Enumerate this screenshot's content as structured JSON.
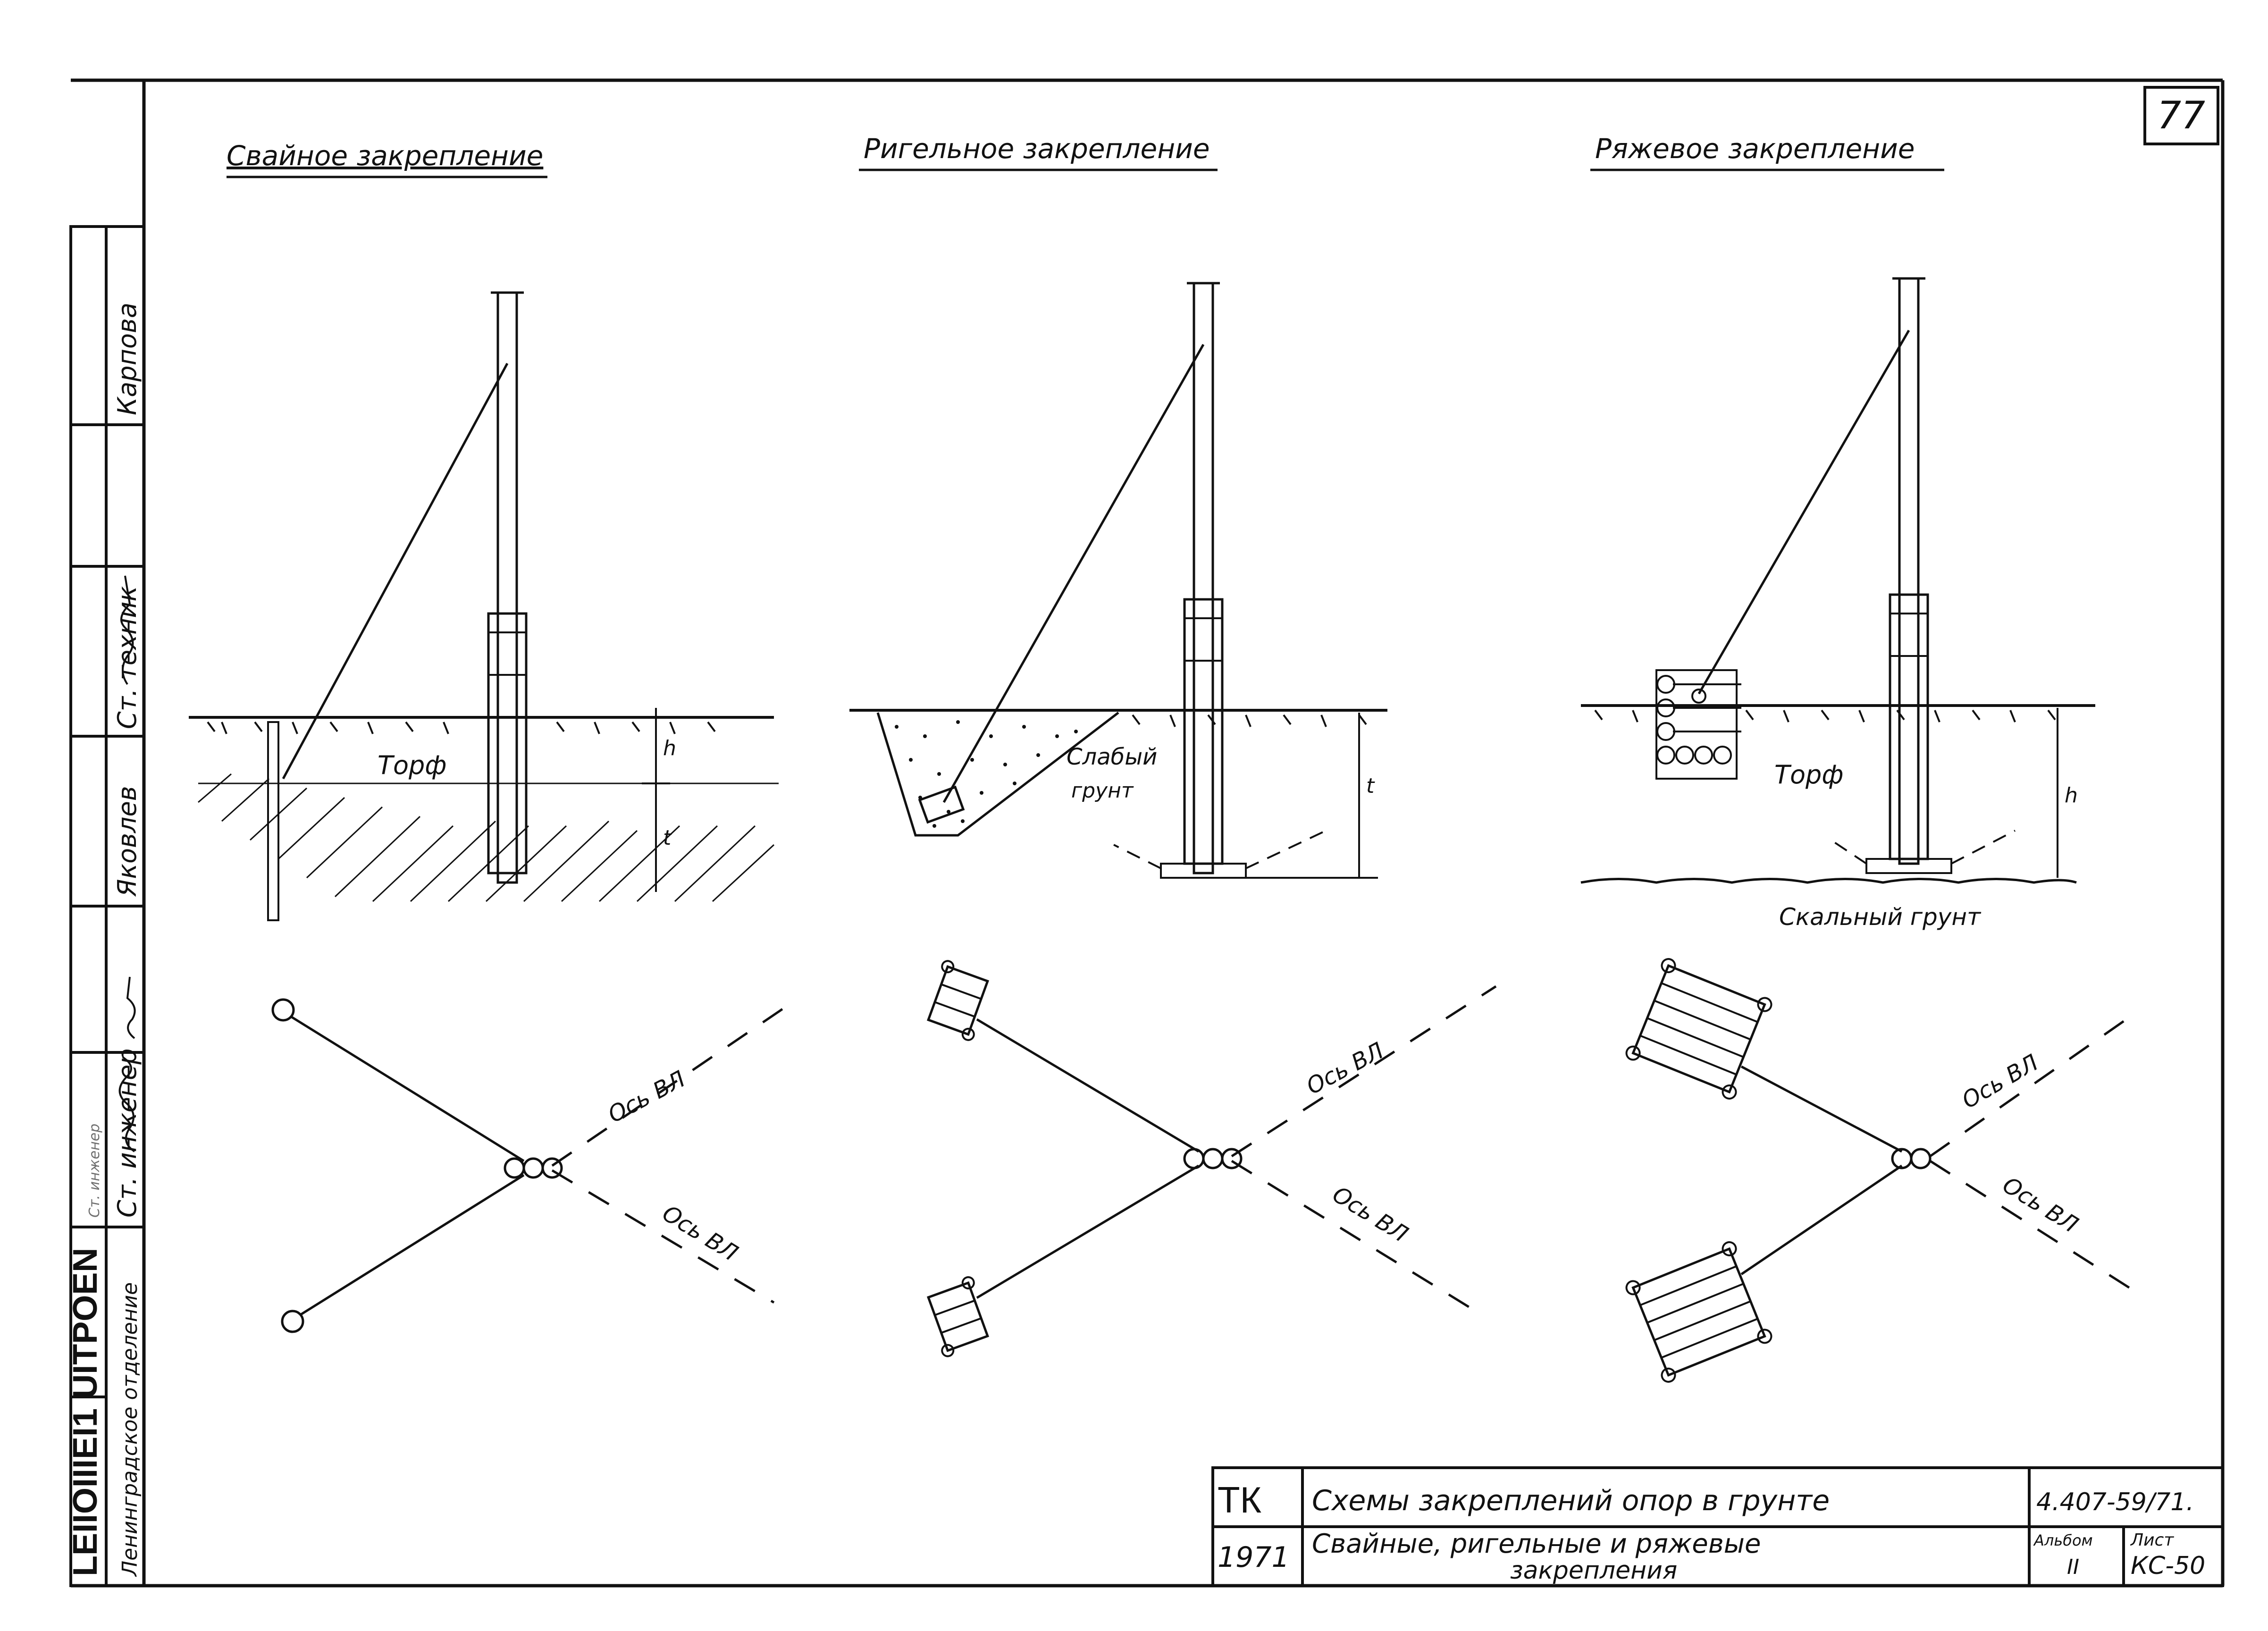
{
  "sheet": {
    "page_number": "77",
    "ink_color": "#111111",
    "paper_color": "#ffffff"
  },
  "side_stamp": {
    "org_title": "LEIIOIIIEI1 UITPOEN",
    "department": "Ленинградское отделение",
    "roles": [
      "Ст. инженер",
      "Ст. техник"
    ],
    "names": [
      "Яковлев",
      "Карпова"
    ],
    "role_top": "Ст. инженер"
  },
  "panels": [
    {
      "title": "Свайное закрепление",
      "soil_label": "Торф",
      "dim_h": "h",
      "dim_t": "t",
      "axis_upper": "Ось ВЛ",
      "axis_lower": "Ось ВЛ"
    },
    {
      "title": "Ригельное закрепление",
      "soil_label_1": "Слабый",
      "soil_label_2": "грунт",
      "dim_t": "t",
      "axis_upper": "Ось ВЛ",
      "axis_lower": "Ось ВЛ"
    },
    {
      "title": "Ряжевое закрепление",
      "soil_label": "Торф",
      "base_label": "Скальный грунт",
      "dim_h": "h",
      "axis_upper": "Ось ВЛ",
      "axis_lower": "Ось ВЛ"
    }
  ],
  "title_block": {
    "org_code": "ТК",
    "year": "1971",
    "title_line1": "Схемы закреплений опор в грунте",
    "title_line2": "Свайные, ригельные и ряжевые",
    "title_line3": "закрепления",
    "doc_number": "4.407-59/71.",
    "album_label": "Альбом",
    "album_value": "II",
    "sheet_label": "Лист",
    "sheet_value": "КС-50"
  }
}
